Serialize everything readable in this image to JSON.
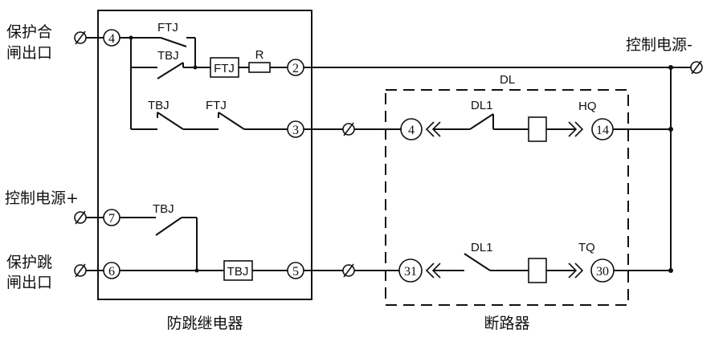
{
  "diagram": {
    "left_labels": {
      "close_outlet": [
        "保护合",
        "闸出口"
      ],
      "power_plus": "控制电源+",
      "trip_outlet": [
        "保护跳",
        "闸出口"
      ]
    },
    "power_minus": "控制电源-",
    "relay_caption": "防跳继电器",
    "breaker_caption": "断路器",
    "breaker_box_label": "DL",
    "relay_terminals": {
      "t4": "4",
      "t2": "2",
      "t3": "3",
      "t7": "7",
      "t6": "6",
      "t5": "5"
    },
    "breaker_terminals": {
      "t4": "4",
      "t14": "14",
      "t31": "31",
      "t30": "30"
    },
    "contacts": {
      "ftj_top": "FTJ",
      "tbj_top": "TBJ",
      "tbj_mid": "TBJ",
      "ftj_mid": "FTJ",
      "tbj_low": "TBJ",
      "dl1_close": "DL1",
      "dl1_trip": "DL1",
      "hq": "HQ",
      "tq": "TQ"
    },
    "coils": {
      "ftj": "FTJ",
      "tbj": "TBJ"
    },
    "resistor": "R"
  }
}
